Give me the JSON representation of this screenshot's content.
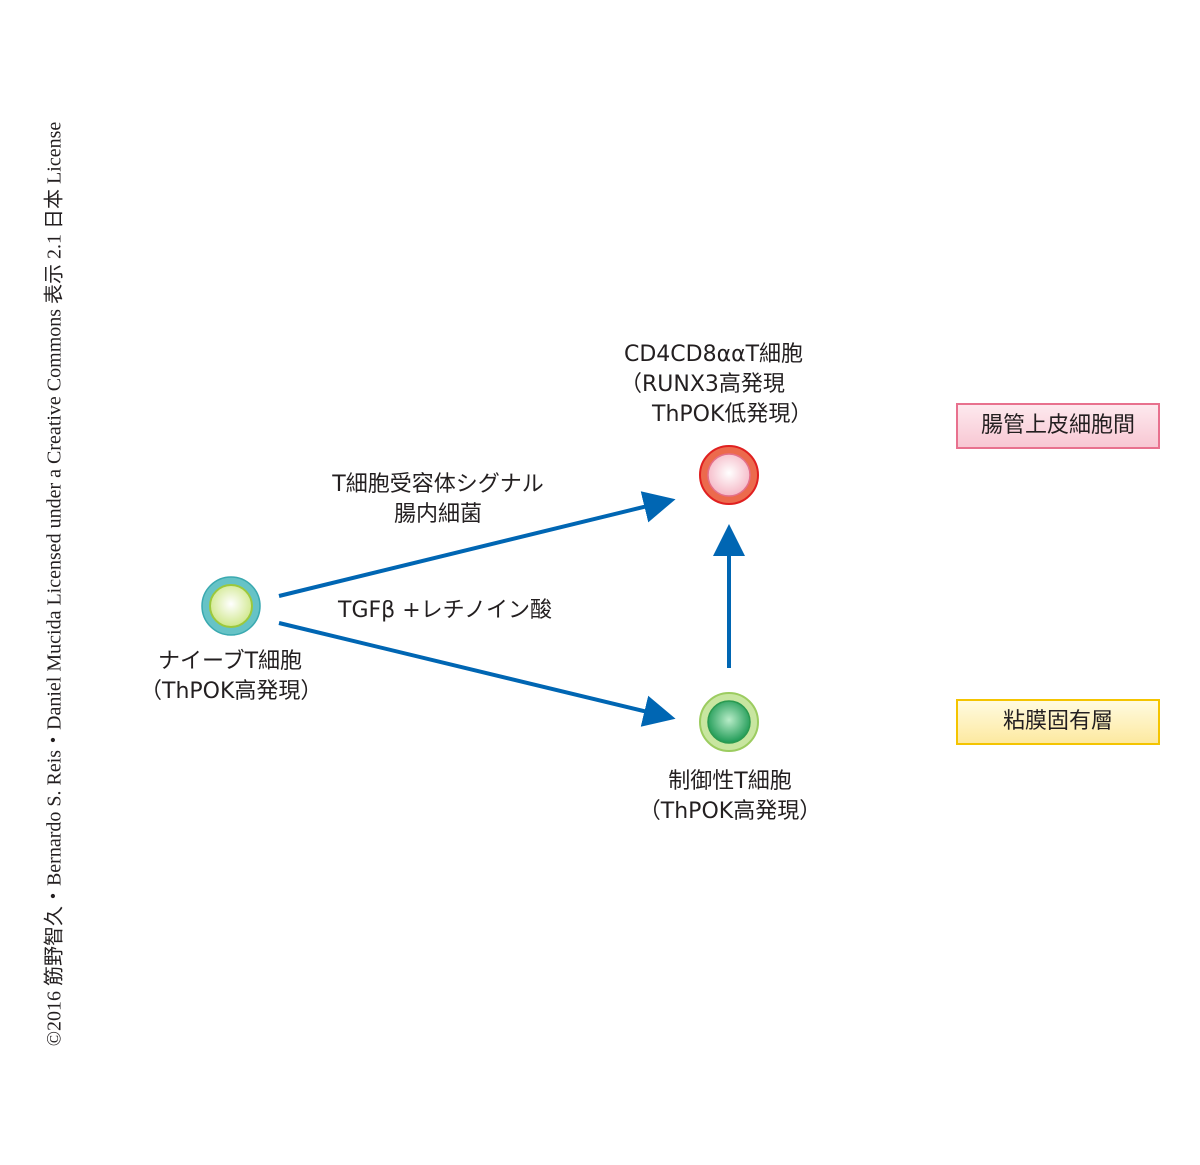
{
  "credit": "©2016 筋野智久・Bernardo S. Reis・Daniel Mucida Licensed under a Creative Commons 表示 2.1 日本 License",
  "cells": {
    "naive": {
      "line1": "ナイーブT細胞",
      "line2": "（ThPOK高発現）"
    },
    "cd4cd8": {
      "line1": "CD4CD8ααT細胞",
      "line2": "（RUNX3高発現",
      "line3": "ThPOK低発現）"
    },
    "treg": {
      "line1": "制御性T細胞",
      "line2": "（ThPOK高発現）"
    }
  },
  "arrows": {
    "upper": {
      "line1": "T細胞受容体シグナル",
      "line2": "腸内細菌"
    },
    "lower": {
      "line1": "TGFβ +レチノイン酸"
    }
  },
  "locations": {
    "epithelial": "腸管上皮細胞間",
    "lamina_propria": "粘膜固有層"
  },
  "colors": {
    "arrow": "#0066b3",
    "naive_outer": "#5bc2c4",
    "cd4_outer": "#e8342e",
    "treg_outer": "#a8d86e"
  }
}
